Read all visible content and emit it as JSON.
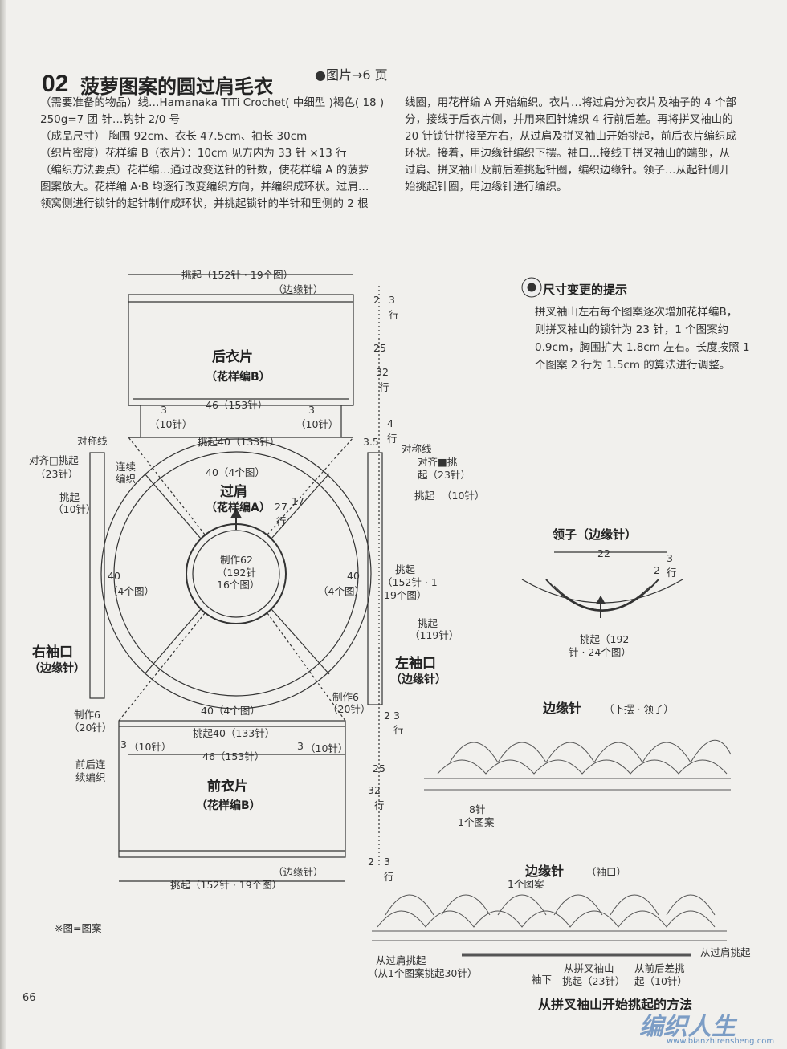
{
  "header": {
    "number": "02",
    "title": "菠萝图案的圆过肩毛衣",
    "photo_ref": "●图片→6 页"
  },
  "left_text": [
    "（需要准备的物品）线…Hamanaka TiTi Crochet( 中细型 )褐色( 18 )",
    "250g=7 团  针…钩针 2/0 号",
    "（成品尺寸）  胸围 92cm、衣长 47.5cm、袖长 30cm",
    "（织片密度）花样编 B（衣片）：10cm 见方内为 33 针 ×13 行",
    "（编织方法要点）花样编…通过改变送针的针数，使花样编 A 的菠萝",
    "图案放大。花样编 A·B 均逐行改变编织方向，并编织成环状。过肩…",
    "领窝侧进行锁针的起针制作成环状，并挑起锁针的半针和里侧的 2 根"
  ],
  "right_text": [
    "线圈，用花样编 A 开始编织。衣片…将过肩分为衣片及袖子的 4 个部",
    "分，接线于后衣片侧，并用来回针编织 4 行前后差。再将拼叉袖山的",
    "20 针锁针拼接至左右，从过肩及拼叉袖山开始挑起，前后衣片编织成",
    "环状。接着，用边缘针编织下摆。袖口…接线于拼叉袖山的端部，从",
    "过肩、拼叉袖山及前后差挑起针圈，编织边缘针。领子…从起针侧开",
    "始挑起针圈，用边缘针进行编织。"
  ],
  "tip": {
    "title": "尺寸变更的提示",
    "lines": [
      "拼叉袖山左右每个图案逐次增加花样编B，",
      "则拼叉袖山的锁针为 23 针，1 个图案约",
      "0.9cm，胸围扩大 1.8cm 左右。长度按照 1",
      "个图案 2 行为 1.5cm 的算法进行调整。"
    ]
  },
  "diagram": {
    "top_pick": "挑起（152针 · 19个图）",
    "edge_stitch": "（边缘针）",
    "back_piece": "后衣片",
    "pattern_b": "（花样编B）",
    "dim_46": "46（153针）",
    "three": "3",
    "ten_st": "（10针）",
    "pick_40": "挑起40（133针）",
    "sym_line": "对称线",
    "align_sq": "对齐□挑起",
    "st_23": "（23针）",
    "continuous": "连续",
    "knit": "编织",
    "pick": "挑起",
    "forty": "40",
    "four_motifs": "（4个图）",
    "forty_four": "40（4个图）",
    "yoke": "过肩",
    "pattern_a": "（花样编A）",
    "make62": "制作62",
    "st_192": "（192针",
    "motif_16": "16个图）",
    "seventeen": "17",
    "twentyseven": "27",
    "row": "行",
    "right_cuff": "右袖口",
    "left_cuff": "左袖口",
    "edge_stitch2": "（边缘针）",
    "make6": "制作6",
    "st_20": "（20针）",
    "front_back_cont": "前后连",
    "cont_knit": "续编织",
    "front_piece": "前衣片",
    "bottom_pick": "挑起（152针 · 19个图）",
    "align_filled": "对齐■挑",
    "pick_up": "起（23针）",
    "pick_152": "（152针 · 1",
    "motif_19": "19个图）",
    "st_119": "（119针）",
    "two": "2",
    "twentyfive": "25",
    "thirtytwo": "32",
    "four": "4",
    "three_five": "3.5",
    "note": "※图=图案"
  },
  "collar": {
    "title": "领子（边缘针）",
    "dim22": "22",
    "pick192": "挑起（192",
    "st24": "针 · 24个图）"
  },
  "edge1": {
    "title": "边缘针",
    "sub": "（下摆 · 领子）",
    "st8": "8针",
    "motif1": "1个图案"
  },
  "edge2": {
    "title": "边缘针",
    "sub": "（袖口）",
    "motif1": "1个图案",
    "from_yoke": "从过肩挑起",
    "per_motif": "（从1个图案挑起30针）",
    "from_yoke_r": "从过肩挑起",
    "underarm": "袖下",
    "pick_sleeve": "从拼叉袖山",
    "pick_23": "挑起（23针）",
    "from_diff": "从前后差挑",
    "pick_10": "起（10针）"
  },
  "footer": {
    "page_num": "66",
    "method": "从拼叉袖山开始挑起的方法",
    "watermark": "编织人生",
    "url": "www.bianzhirensheng.com"
  }
}
